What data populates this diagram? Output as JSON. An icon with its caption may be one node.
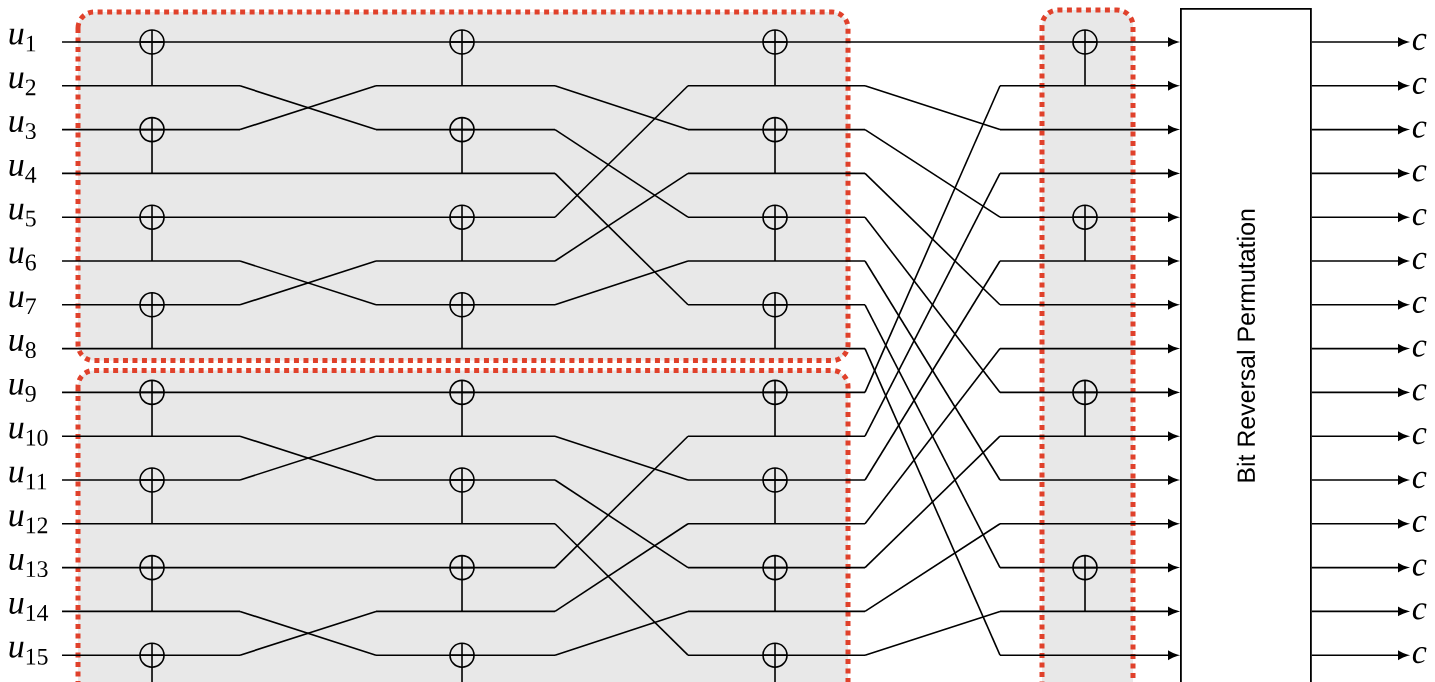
{
  "diagram": {
    "nodes": [
      {
        "text": [
          "Bit Reversal Permutation"
        ]
      },
      {
        "text": [
          "c"
        ]
      },
      {
        "text": [
          "c"
        ]
      },
      {
        "text": [
          "c"
        ]
      },
      {
        "text": [
          "c"
        ]
      },
      {
        "text": [
          "c"
        ]
      },
      {
        "text": [
          "c"
        ]
      },
      {
        "text": [
          "c"
        ]
      },
      {
        "text": [
          "c"
        ]
      },
      {
        "text": [
          "c"
        ]
      },
      {
        "text": [
          "c"
        ]
      },
      {
        "text": [
          "c"
        ]
      },
      {
        "text": [
          "c"
        ]
      },
      {
        "text": [
          "c"
        ]
      },
      {
        "text": [
          "c"
        ]
      },
      {
        "text": [
          "c"
        ]
      }
    ],
    "edges": [
      {
        "from": null,
        "to": 0,
        "arrow": "to"
      },
      {
        "from": null,
        "to": 0,
        "arrow": "to"
      },
      {
        "from": null,
        "to": 0,
        "arrow": "to"
      },
      {
        "from": null,
        "to": 0,
        "arrow": "to"
      },
      {
        "from": null,
        "to": 0,
        "arrow": "to"
      },
      {
        "from": null,
        "to": 0,
        "arrow": "to"
      },
      {
        "from": null,
        "to": 0,
        "arrow": "to"
      },
      {
        "from": null,
        "to": 0,
        "arrow": "to"
      },
      {
        "from": null,
        "to": 0,
        "arrow": "to"
      },
      {
        "from": null,
        "to": 0,
        "arrow": "to"
      },
      {
        "from": null,
        "to": 0,
        "arrow": "to"
      },
      {
        "from": null,
        "to": 0,
        "arrow": "to"
      },
      {
        "from": null,
        "to": 0,
        "arrow": "to"
      },
      {
        "from": null,
        "to": 0,
        "arrow": "to"
      },
      {
        "from": null,
        "to": 0,
        "arrow": "to"
      },
      {
        "from": 0,
        "to": 1,
        "arrow": "to"
      },
      {
        "from": 0,
        "to": 2,
        "arrow": "to"
      },
      {
        "from": 0,
        "to": 3,
        "arrow": "to"
      },
      {
        "from": 0,
        "to": 4,
        "arrow": "to"
      },
      {
        "from": 0,
        "to": 5,
        "arrow": "to"
      },
      {
        "from": 0,
        "to": 6,
        "arrow": "to"
      },
      {
        "from": 0,
        "to": 7,
        "arrow": "to"
      },
      {
        "from": 0,
        "to": 8,
        "arrow": "to"
      },
      {
        "from": 0,
        "to": 9,
        "arrow": "to"
      },
      {
        "from": 0,
        "to": 10,
        "arrow": "to"
      },
      {
        "from": 0,
        "to": 11,
        "arrow": "to"
      },
      {
        "from": 0,
        "to": 12,
        "arrow": "to"
      },
      {
        "from": 0,
        "to": 13,
        "arrow": "to"
      },
      {
        "from": 0,
        "to": 14,
        "arrow": "to"
      },
      {
        "from": 0,
        "to": 15,
        "arrow": "to"
      }
    ],
    "labels": [
      "*u*$_{1}$",
      "*u*$_{2}$",
      "*u*$_{3}$",
      "*u*$_{4}$",
      "*u*$_{5}$",
      "*u*$_{6}$",
      "*u*$_{7}$",
      "*u*$_{8}$",
      "*u*$_{9}$",
      "*u*$_{10}$",
      "*u*$_{11}$",
      "*u*$_{12}$",
      "*u*$_{13}$",
      "*u*$_{14}$",
      "*u*$_{15}$"
    ]
  }
}
